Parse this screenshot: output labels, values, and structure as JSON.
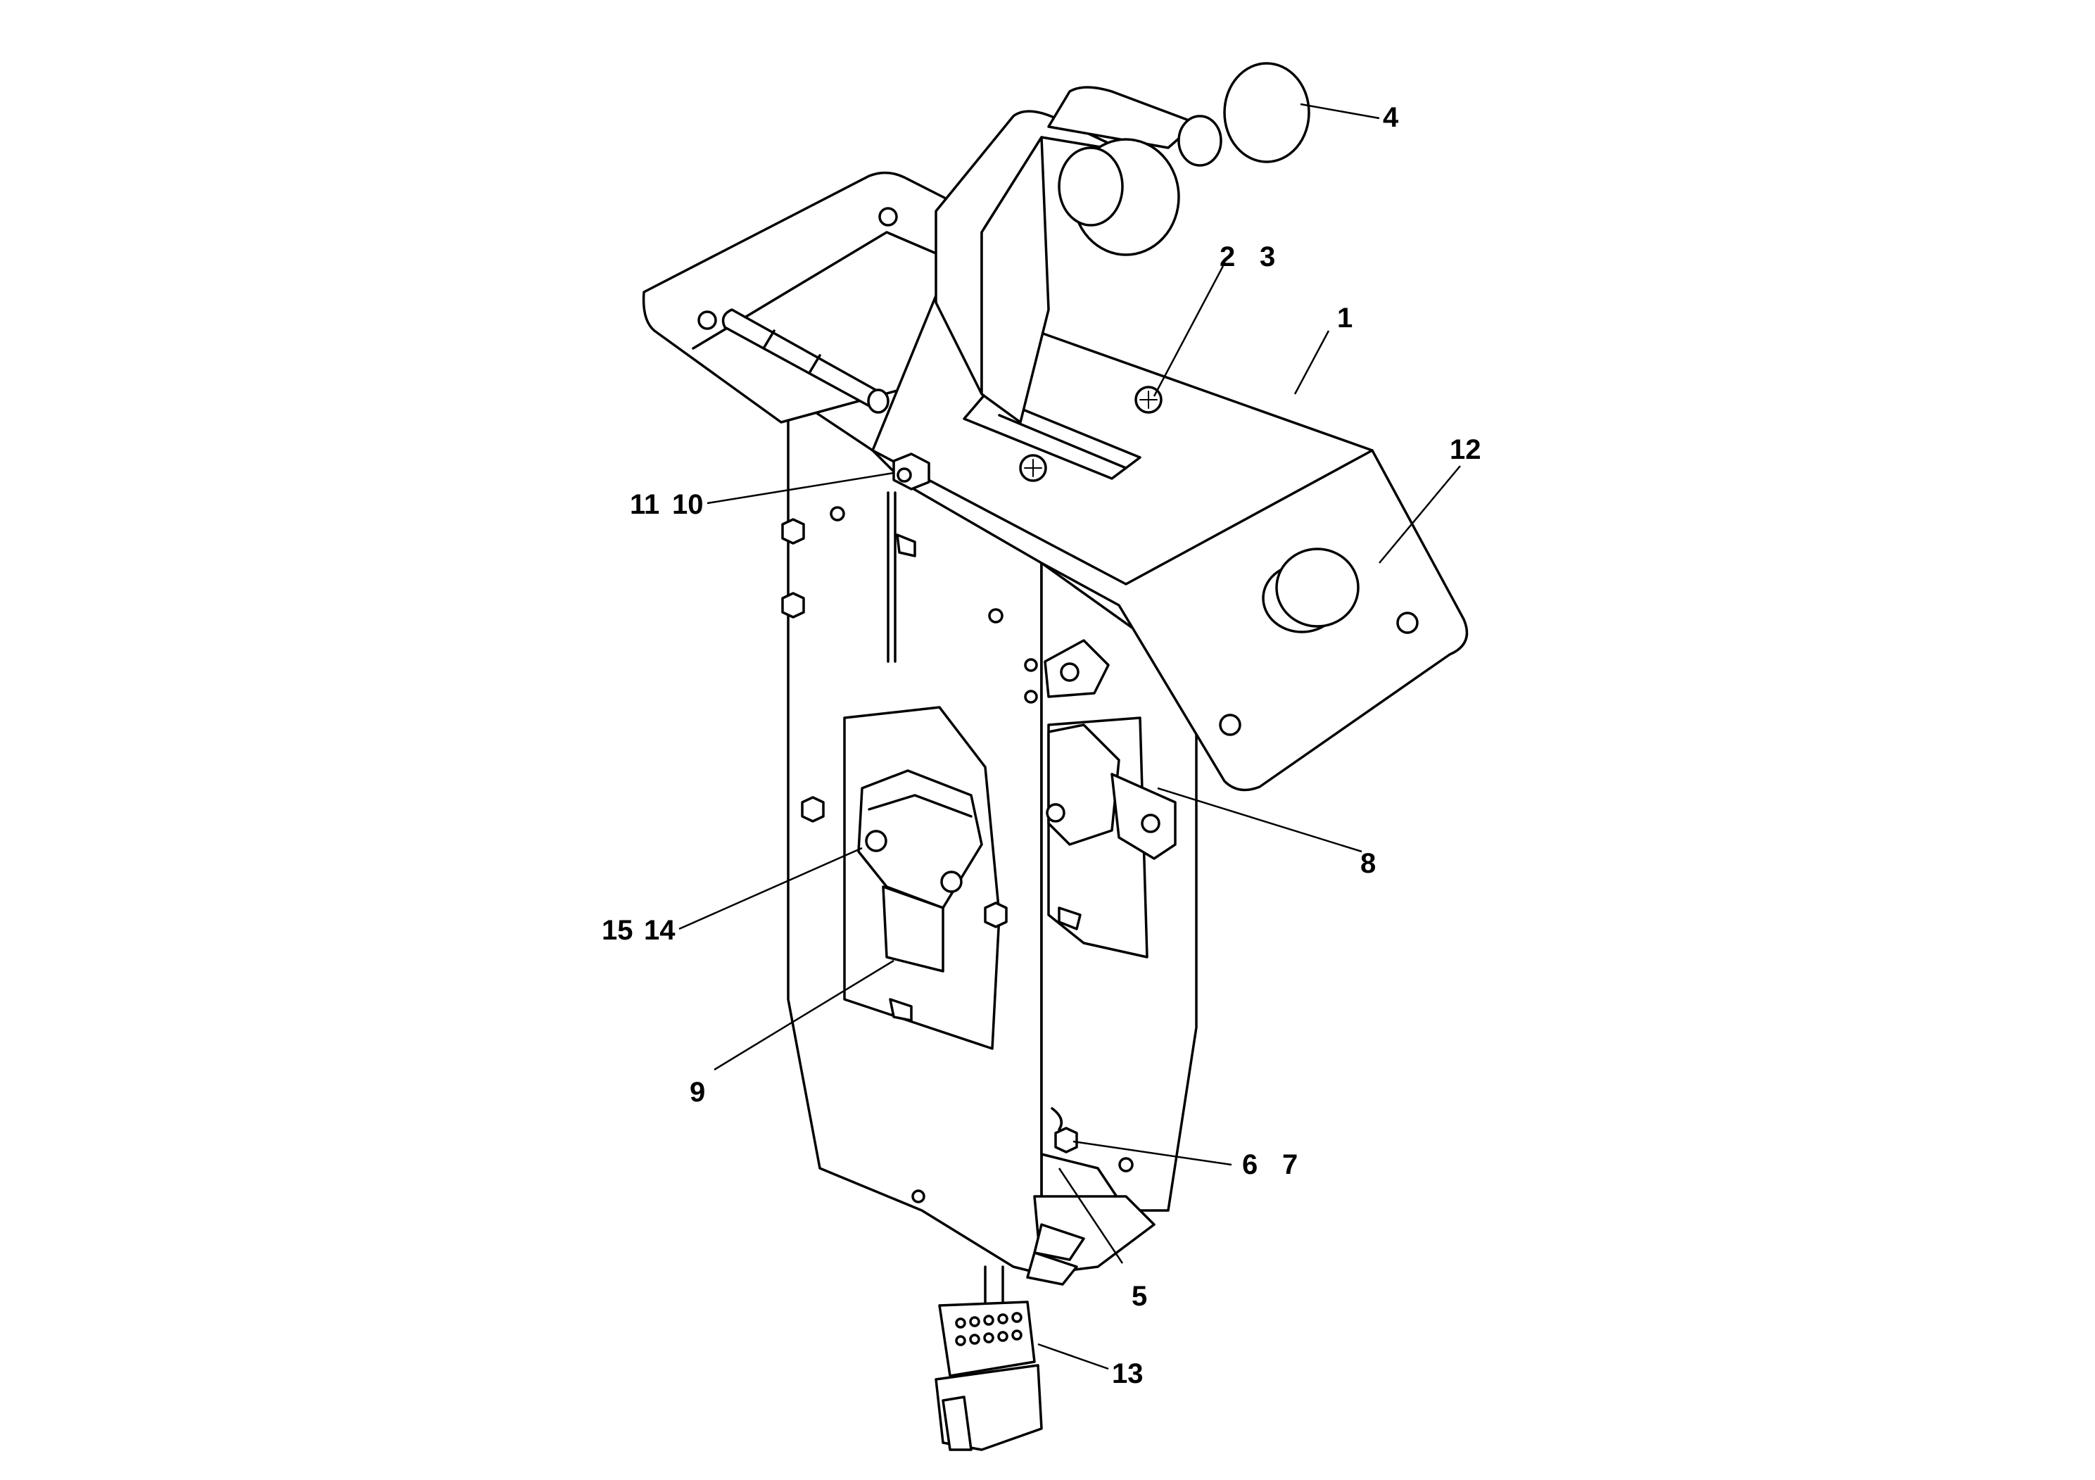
{
  "diagram": {
    "background_color": "#ffffff",
    "line_color": "#000000"
  },
  "callouts": {
    "c1": "1",
    "c2": "2",
    "c3": "3",
    "c4": "4",
    "c5": "5",
    "c6": "6",
    "c7": "7",
    "c8": "8",
    "c9": "9",
    "c10": "10",
    "c11": "11",
    "c12": "12",
    "c13": "13",
    "c14": "14",
    "c15": "15"
  }
}
